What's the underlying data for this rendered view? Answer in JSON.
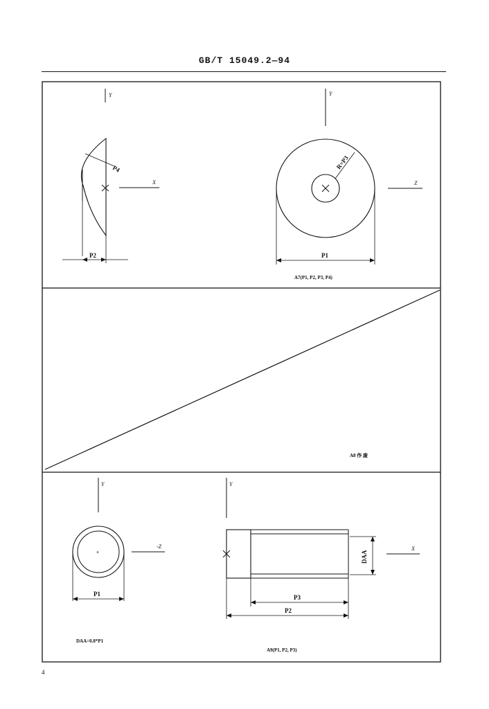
{
  "header": {
    "standard_number": "GB/T 15049.2—94"
  },
  "page_number": "4",
  "panel_top": {
    "left_view": {
      "axis_y": "Y",
      "axis_x": "X",
      "dim_radius": "P4",
      "dim_width": "P2"
    },
    "right_view": {
      "axis_y": "Y",
      "axis_z": "Z",
      "dim_radius": "R=P3",
      "dim_diameter": "P1",
      "caption": "A7(P1, P2, P3, P4)"
    }
  },
  "panel_middle": {
    "caption": "A8 作 废"
  },
  "panel_bottom": {
    "left_view": {
      "axis_y": "Y",
      "axis_z": "-Z",
      "dim_diameter": "P1",
      "formula": "DAA=0.8*P1"
    },
    "right_view": {
      "axis_y": "Y",
      "axis_x": "X",
      "dim_height": "DAA",
      "dim_p3": "P3",
      "dim_p2": "P2",
      "caption": "A9(P1, P2, P3)"
    }
  }
}
